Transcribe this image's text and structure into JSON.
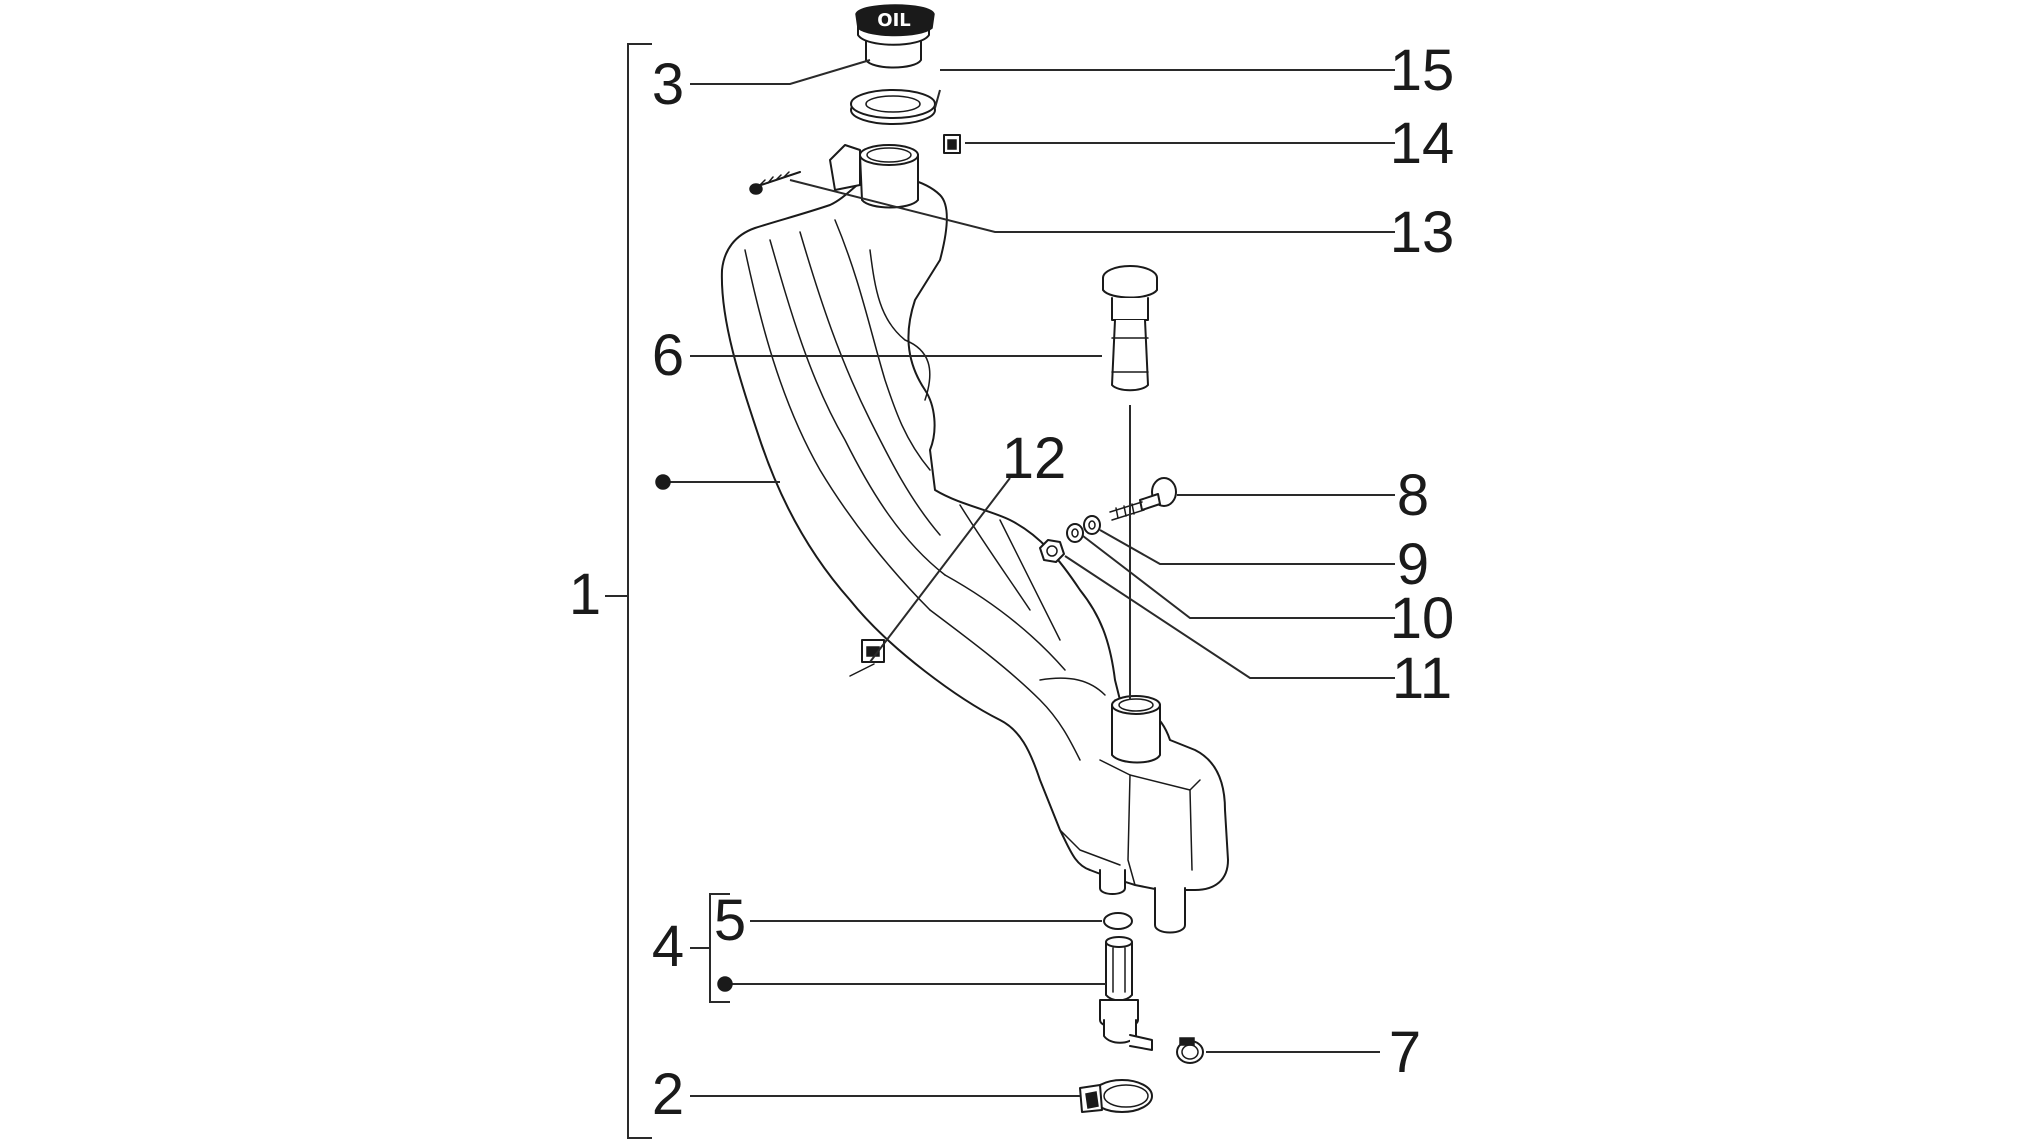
{
  "diagram": {
    "callouts": {
      "c1": "1",
      "c2": "2",
      "c3": "3",
      "c4": "4",
      "c5": "5",
      "c6": "6",
      "c7": "7",
      "c8": "8",
      "c9": "9",
      "c10": "10",
      "c11": "11",
      "c12": "12",
      "c13": "13",
      "c14": "14",
      "c15": "15"
    },
    "cap_marking": "OIL"
  }
}
